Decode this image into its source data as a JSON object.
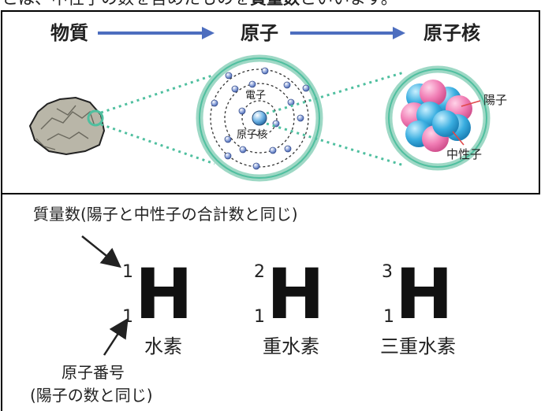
{
  "top_caption": {
    "before": "とは、中性子の数を含めたものを",
    "emph": "質量数",
    "after": "といいます。"
  },
  "diagram_top": {
    "stages": [
      "物質",
      "原子",
      "原子核"
    ],
    "atom_labels": {
      "electron": "電子",
      "nucleus": "原子核"
    },
    "nucleus_labels": {
      "proton": "陽子",
      "neutron": "中性子"
    },
    "colors": {
      "arrow": "#4d6ebf",
      "dotted": "#4fbf9f",
      "proton": "#f07cb4",
      "neutron": "#3aaee0",
      "electron": "#6b86c8"
    }
  },
  "diagram_bottom": {
    "mass_number_label": "質量数(陽子と中性子の合計数と同じ)",
    "atomic_number_label_line1": "原子番号",
    "atomic_number_label_line2": "(陽子の数と同じ)",
    "isotopes": [
      {
        "mass": "1",
        "number": "1",
        "symbol": "H",
        "name": "水素"
      },
      {
        "mass": "2",
        "number": "1",
        "symbol": "H",
        "name": "重水素"
      },
      {
        "mass": "3",
        "number": "1",
        "symbol": "H",
        "name": "三重水素"
      }
    ]
  }
}
